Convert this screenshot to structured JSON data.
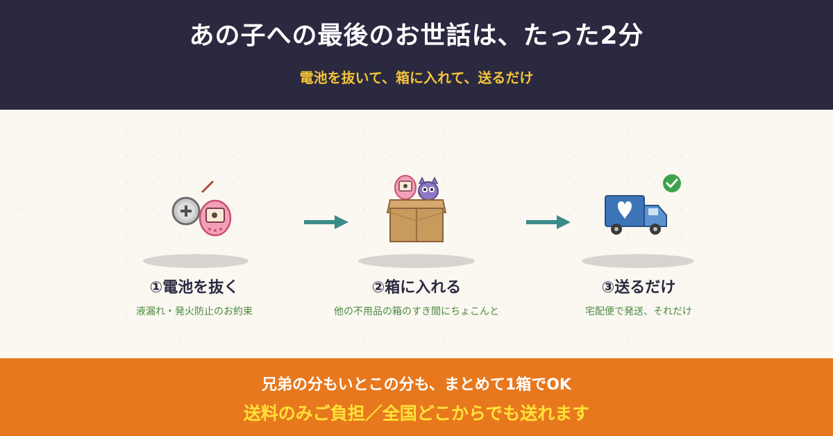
{
  "header": {
    "title": "あの子への最後のお世話は、たった2分",
    "subtitle": "電池を抜いて、箱に入れて、送るだけ"
  },
  "steps": [
    {
      "label": "①電池を抜く",
      "description": "液漏れ・発火防止のお約束",
      "icon": "battery-removal-icon"
    },
    {
      "label": "②箱に入れる",
      "description": "他の不用品の箱のすき間にちょこんと",
      "icon": "box-with-toys-icon"
    },
    {
      "label": "③送るだけ",
      "description": "宅配便で発送、それだけ",
      "icon": "delivery-truck-icon"
    }
  ],
  "footer": {
    "line1": "兄弟の分もいとこの分も、まとめて1箱でOK",
    "line2": "送料のみご負担／全国どこからでも送れます"
  },
  "colors": {
    "header_bg": "#2a2940",
    "accent_yellow": "#f5c43a",
    "footer_bg": "#e8781d",
    "arrow": "#3b8b8a",
    "desc_green": "#4a8a3e"
  }
}
